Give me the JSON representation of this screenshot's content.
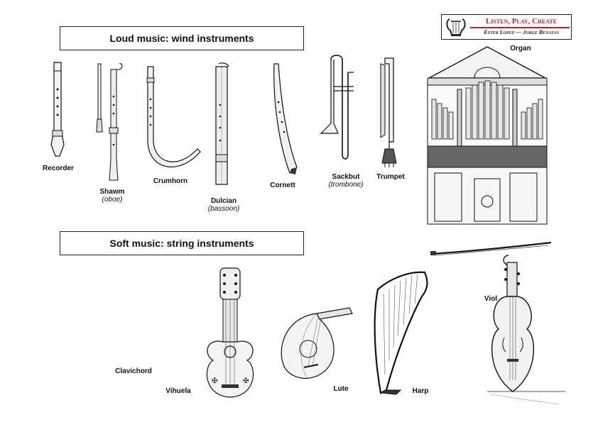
{
  "logo": {
    "title": "Listen, Play, Create",
    "authors": "Ester López — Jorge Benayas",
    "icon": "lyre-icon",
    "accent_color": "#b3262d"
  },
  "wind_section": {
    "title": "Loud music: wind instruments",
    "instruments": [
      {
        "name": "Recorder",
        "sub": ""
      },
      {
        "name": "Shawm",
        "sub": "(oboe)"
      },
      {
        "name": "Crumhorn",
        "sub": ""
      },
      {
        "name": "Dulcian",
        "sub": "(bassoon)"
      },
      {
        "name": "Cornett",
        "sub": ""
      },
      {
        "name": "Sackbut",
        "sub": "(trombone)"
      },
      {
        "name": "Trumpet",
        "sub": ""
      },
      {
        "name": "Organ",
        "sub": ""
      }
    ]
  },
  "string_section": {
    "title": "Soft music: string instruments",
    "instruments": [
      {
        "name": "Clavichord"
      },
      {
        "name": "Vihuela"
      },
      {
        "name": "Lute"
      },
      {
        "name": "Harp"
      },
      {
        "name": "Viol"
      }
    ]
  }
}
